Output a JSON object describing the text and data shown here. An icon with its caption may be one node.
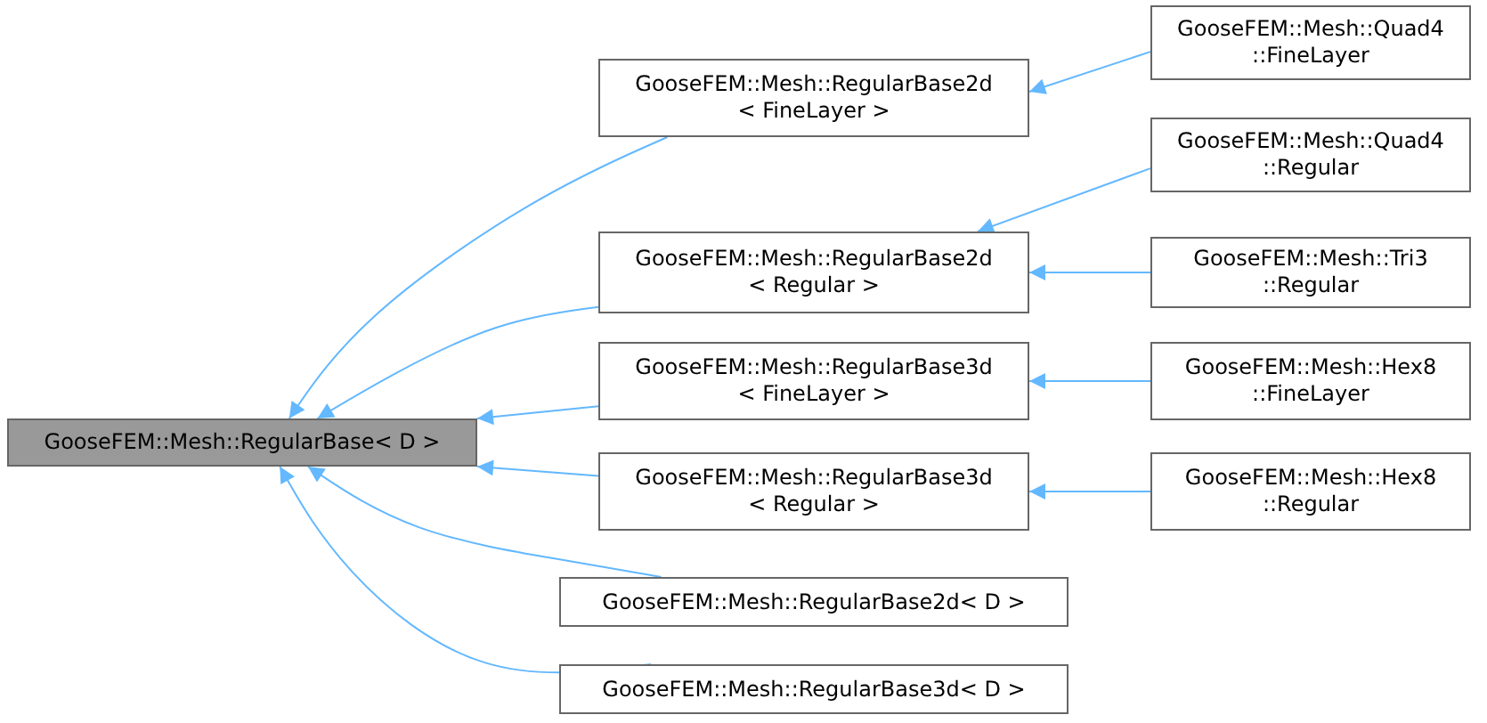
{
  "diagram": {
    "nodes": [
      {
        "text": [
          "GooseFEM::Mesh::RegularBase< D >"
        ]
      },
      {
        "text": [
          "GooseFEM::Mesh::RegularBase2d < FineLayer >"
        ]
      },
      {
        "text": [
          "GooseFEM::Mesh::RegularBase2d < Regular >"
        ]
      },
      {
        "text": [
          "GooseFEM::Mesh::RegularBase3d < FineLayer >"
        ]
      },
      {
        "text": [
          "GooseFEM::Mesh::RegularBase3d < Regular >"
        ]
      },
      {
        "text": [
          "GooseFEM::Mesh::RegularBase2d< D >"
        ]
      },
      {
        "text": [
          "GooseFEM::Mesh::RegularBase3d< D >"
        ]
      },
      {
        "text": [
          "GooseFEM::Mesh::Quad4 ::FineLayer"
        ]
      },
      {
        "text": [
          "GooseFEM::Mesh::Quad4 ::Regular"
        ]
      },
      {
        "text": [
          "GooseFEM::Mesh::Tri3 ::Regular"
        ]
      },
      {
        "text": [
          "GooseFEM::Mesh::Hex8 ::FineLayer"
        ]
      },
      {
        "text": [
          "GooseFEM::Mesh::Hex8 ::Regular"
        ]
      }
    ],
    "edges": [
      {
        "from": 7,
        "to": 1,
        "arrow": "to"
      },
      {
        "from": 8,
        "to": 2,
        "arrow": "to"
      },
      {
        "from": 9,
        "to": 2,
        "arrow": "to"
      },
      {
        "from": 10,
        "to": 3,
        "arrow": "to"
      },
      {
        "from": 11,
        "to": 4,
        "arrow": "to"
      },
      {
        "from": 1,
        "to": 0,
        "arrow": "to"
      },
      {
        "from": 2,
        "to": 0,
        "arrow": "to"
      },
      {
        "from": 3,
        "to": 0,
        "arrow": "to"
      },
      {
        "from": 4,
        "to": 0,
        "arrow": "to"
      },
      {
        "from": 5,
        "to": 0,
        "arrow": "to"
      },
      {
        "from": 6,
        "to": 0,
        "arrow": "to"
      }
    ]
  }
}
